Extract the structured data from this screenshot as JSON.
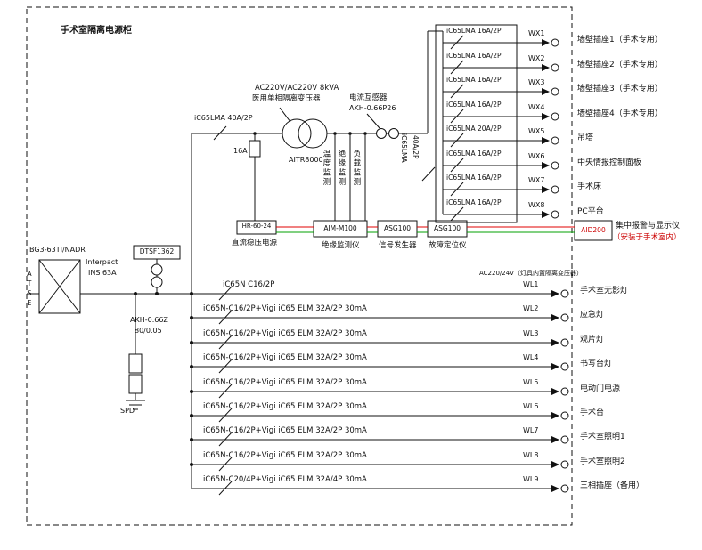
{
  "title": "手术室隔离电源柜",
  "colors": {
    "alarm_red": "#cc0000",
    "comm_red": "#e00000",
    "comm_green": "#00a000"
  },
  "incoming": {
    "device": "BG3-63TI/NADR",
    "switch_brand": "Interpact",
    "switch_model": "INS 63A",
    "switch_type": "ATSE",
    "meter": "DTSF1362",
    "ct_model": "AKH-0.66Z",
    "ct_ratio": "80/0.05",
    "spd": "SPD"
  },
  "transformer": {
    "rating": "AC220V/AC220V 8kVA",
    "type_name": "医用单相隔离变压器",
    "model": "AITR8000",
    "primary_breaker": "iC65LMA 40A/2P",
    "dc_fuse": "16A",
    "ct_title": "电流互感器",
    "ct_model": "AKH-0.66P26",
    "outgoing_breaker_line1": "iC65LMA",
    "outgoing_breaker_line2": "40A/2P"
  },
  "monitoring_taps": [
    "温度监测",
    "绝缘监测",
    "负载监测"
  ],
  "devices": {
    "dc_supply": {
      "model": "HR-60-24",
      "name": "直流稳压电源"
    },
    "insulation_monitor": {
      "model": "AIM-M100",
      "name": "绝缘监测仪"
    },
    "signal_generator": {
      "model": "ASG100",
      "name": "信号发生器"
    },
    "fault_locator": {
      "model": "ASG100",
      "name": "故障定位仪"
    },
    "alarm_display": {
      "model": "AID200",
      "name": "集中报警与显示仪",
      "note": "（安装于手术室内）"
    }
  },
  "lighting_note": "AC220/24V（灯具内置隔离变压器）",
  "socket_circuits": [
    {
      "breaker": "iC65LMA 16A/2P",
      "wire": "WX1",
      "load": "墙壁插座1（手术专用）"
    },
    {
      "breaker": "iC65LMA 16A/2P",
      "wire": "WX2",
      "load": "墙壁插座2（手术专用）"
    },
    {
      "breaker": "iC65LMA 16A/2P",
      "wire": "WX3",
      "load": "墙壁插座3（手术专用）"
    },
    {
      "breaker": "iC65LMA 16A/2P",
      "wire": "WX4",
      "load": "墙壁插座4（手术专用）"
    },
    {
      "breaker": "iC65LMA 20A/2P",
      "wire": "WX5",
      "load": "吊塔"
    },
    {
      "breaker": "iC65LMA 16A/2P",
      "wire": "WX6",
      "load": "中央情报控制面板"
    },
    {
      "breaker": "iC65LMA 16A/2P",
      "wire": "WX7",
      "load": "手术床"
    },
    {
      "breaker": "iC65LMA 16A/2P",
      "wire": "WX8",
      "load": "PC平台"
    }
  ],
  "feeder_circuits": [
    {
      "breaker": "iC65N C16/2P",
      "wire": "WL1",
      "load": "手术室无影灯"
    },
    {
      "breaker": "iC65N-C16/2P+Vigi iC65 ELM 32A/2P 30mA",
      "wire": "WL2",
      "load": "应急灯"
    },
    {
      "breaker": "iC65N-C16/2P+Vigi iC65 ELM 32A/2P 30mA",
      "wire": "WL3",
      "load": "观片灯"
    },
    {
      "breaker": "iC65N-C16/2P+Vigi iC65 ELM 32A/2P 30mA",
      "wire": "WL4",
      "load": "书写台灯"
    },
    {
      "breaker": "iC65N-C16/2P+Vigi iC65 ELM 32A/2P 30mA",
      "wire": "WL5",
      "load": "电动门电源"
    },
    {
      "breaker": "iC65N-C16/2P+Vigi iC65 ELM 32A/2P 30mA",
      "wire": "WL6",
      "load": "手术台"
    },
    {
      "breaker": "iC65N-C16/2P+Vigi iC65 ELM 32A/2P 30mA",
      "wire": "WL7",
      "load": "手术室照明1"
    },
    {
      "breaker": "iC65N-C16/2P+Vigi iC65 ELM 32A/2P 30mA",
      "wire": "WL8",
      "load": "手术室照明2"
    },
    {
      "breaker": "iC65N-C20/4P+Vigi iC65 ELM 32A/4P 30mA",
      "wire": "WL9",
      "load": "三相插座（备用）"
    }
  ]
}
